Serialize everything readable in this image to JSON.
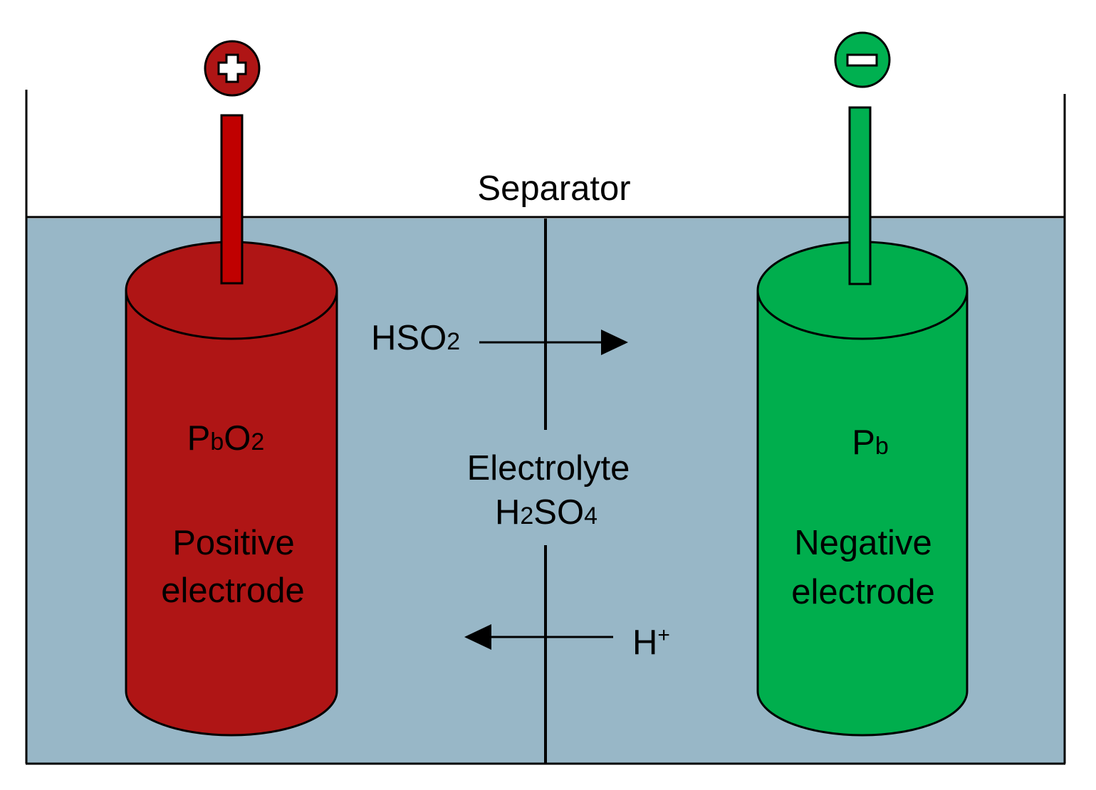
{
  "labels": {
    "separator": "Separator",
    "anion_base": "HSO",
    "anion_sub": "2",
    "cation_base": "H",
    "cation_sup": "+",
    "electrolyte": "Electrolyte",
    "electrolyte_formula": {
      "h": "H",
      "h_sub": "2",
      "so": "SO",
      "so_sub": "4"
    },
    "positive": {
      "formula_p": "P",
      "formula_b": "b",
      "formula_o": "O",
      "formula_o_sub": "2",
      "name_line1": "Positive",
      "name_line2": "electrode"
    },
    "negative": {
      "formula_p": "P",
      "formula_b": "b",
      "name_line1": "Negative",
      "name_line2": "electrode"
    }
  },
  "colors": {
    "electrolyte": "#98b7c7",
    "positive": "#af1515",
    "positive_rod": "#c00000",
    "negative": "#00ae4d",
    "negative_rod": "#00b050",
    "outline": "#000000"
  },
  "icons": {
    "positive_terminal": "plus-icon",
    "negative_terminal": "minus-icon"
  }
}
